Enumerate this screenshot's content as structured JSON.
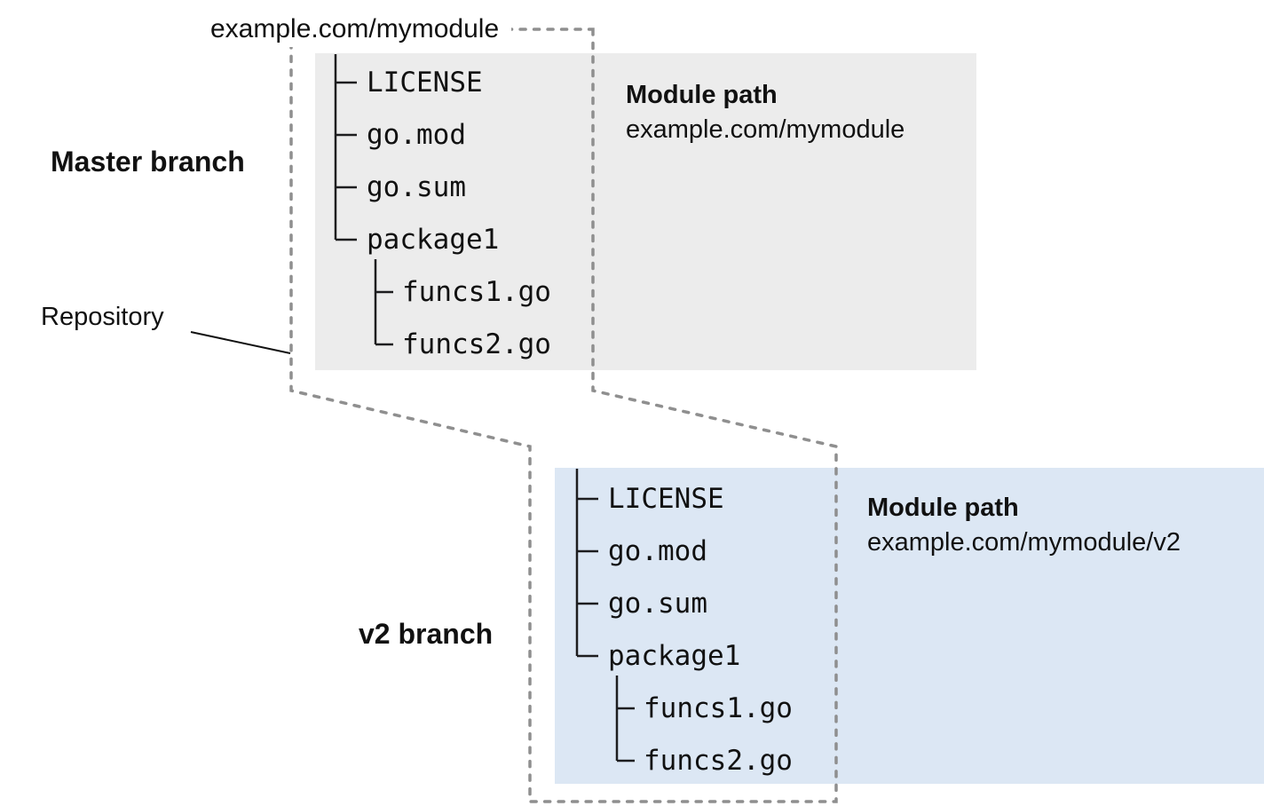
{
  "repository": {
    "url": "example.com/mymodule",
    "label": "Repository"
  },
  "branches": [
    {
      "name": "Master branch",
      "module_path_label": "Module path",
      "module_path": "example.com/mymodule",
      "files": [
        "LICENSE",
        "go.mod",
        "go.sum",
        "package1"
      ],
      "package_files": [
        "funcs1.go",
        "funcs2.go"
      ]
    },
    {
      "name": "v2 branch",
      "module_path_label": "Module path",
      "module_path": "example.com/mymodule/v2",
      "files": [
        "LICENSE",
        "go.mod",
        "go.sum",
        "package1"
      ],
      "package_files": [
        "funcs1.go",
        "funcs2.go"
      ]
    }
  ],
  "colors": {
    "box-gray": "#ececec",
    "box-blue": "#dce7f4",
    "dash": "#8f8f8f",
    "tree-line": "#1d1d1f",
    "text": "#111111"
  }
}
